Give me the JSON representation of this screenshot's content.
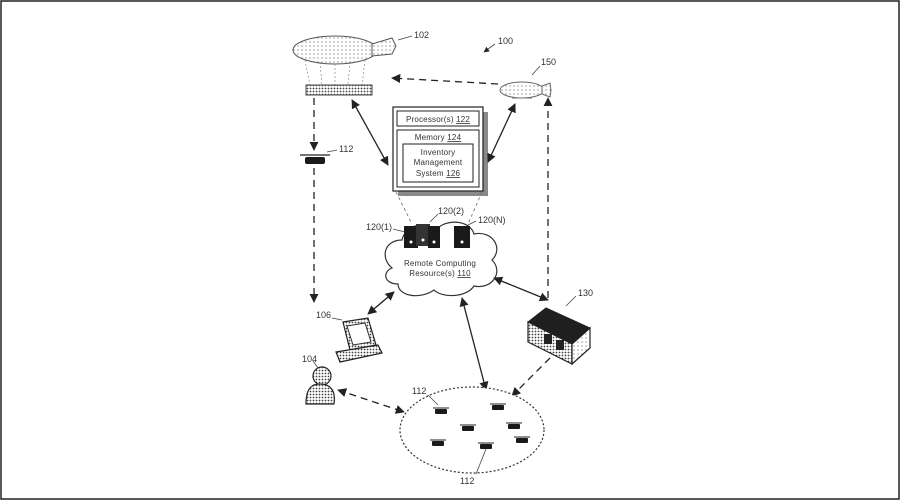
{
  "figure": {
    "ref_100": "100",
    "ref_102": "102",
    "ref_150": "150",
    "ref_112_top": "112",
    "ref_112_area": "112",
    "ref_112_bottom": "112",
    "ref_106": "106",
    "ref_104": "104",
    "ref_130": "130",
    "ref_120_1": "120(1)",
    "ref_120_2": "120(2)",
    "ref_120_n": "120(N)"
  },
  "server_box": {
    "processor_text": "Processor(s) ",
    "processor_ref": "122",
    "memory_text": "Memory ",
    "memory_ref": "124",
    "inventory_line1": "Inventory",
    "inventory_line2": "Management",
    "inventory_line3_text": "System ",
    "inventory_line3_ref": "126"
  },
  "cloud": {
    "line1": "Remote Computing",
    "line2_text": "Resource(s) ",
    "line2_ref": "110"
  },
  "colors": {
    "line": "#2b2b2b",
    "stipple": "#555555",
    "box_shadow": "#8a8a8a"
  }
}
